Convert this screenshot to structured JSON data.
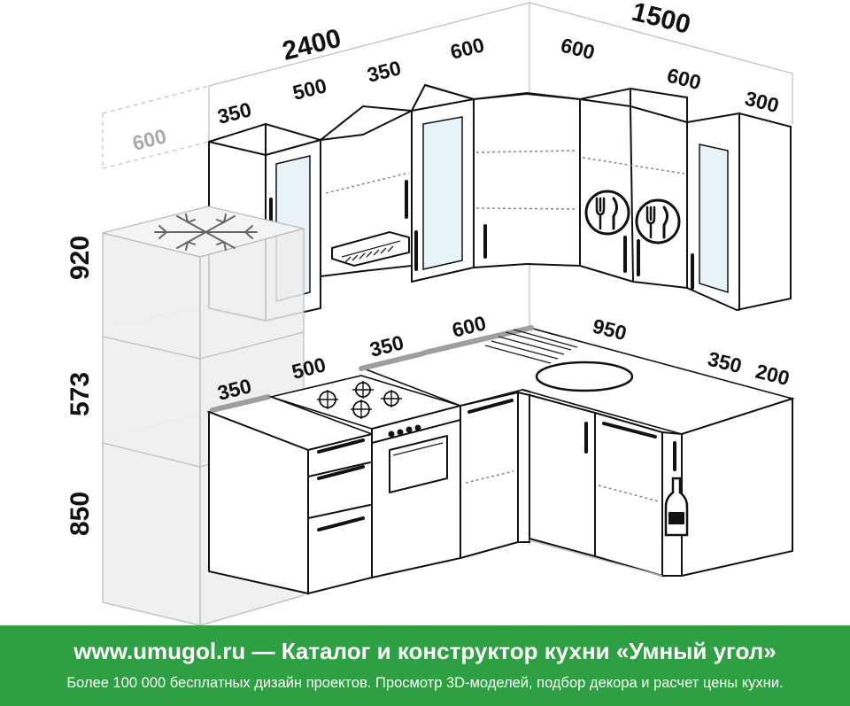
{
  "dimensions": {
    "total_width_left": "2400",
    "total_width_right": "1500",
    "height_upper": "920",
    "height_middle": "573",
    "height_lower": "850",
    "fridge_depth": "600",
    "upper_left": [
      "350",
      "500",
      "350",
      "600"
    ],
    "upper_right": [
      "600",
      "600",
      "300"
    ],
    "lower_left": [
      "350",
      "500",
      "350",
      "600"
    ],
    "lower_right": [
      "950",
      "350",
      "200"
    ]
  },
  "icons": {
    "fridge_top": "snowflake-icon",
    "cabinet_badges": "fork-knife-icon",
    "bottle": "bottle-icon",
    "hood": "range-hood-icon",
    "hob": "hob-burners-icon",
    "oven": "oven-icon",
    "sink": "sink-icon"
  },
  "colors": {
    "banner": "#2ea043",
    "glass": "#e8f3f9",
    "fridge": "#ededed",
    "edge_gray": "#9e9e9e"
  },
  "banner": {
    "title": "www.umugol.ru — Каталог и конструктор кухни «Умный угол»",
    "subtitle": "Более 100 000 бесплатных дизайн проектов. Просмотр 3D-моделей, подбор декора и расчет цены кухни."
  }
}
